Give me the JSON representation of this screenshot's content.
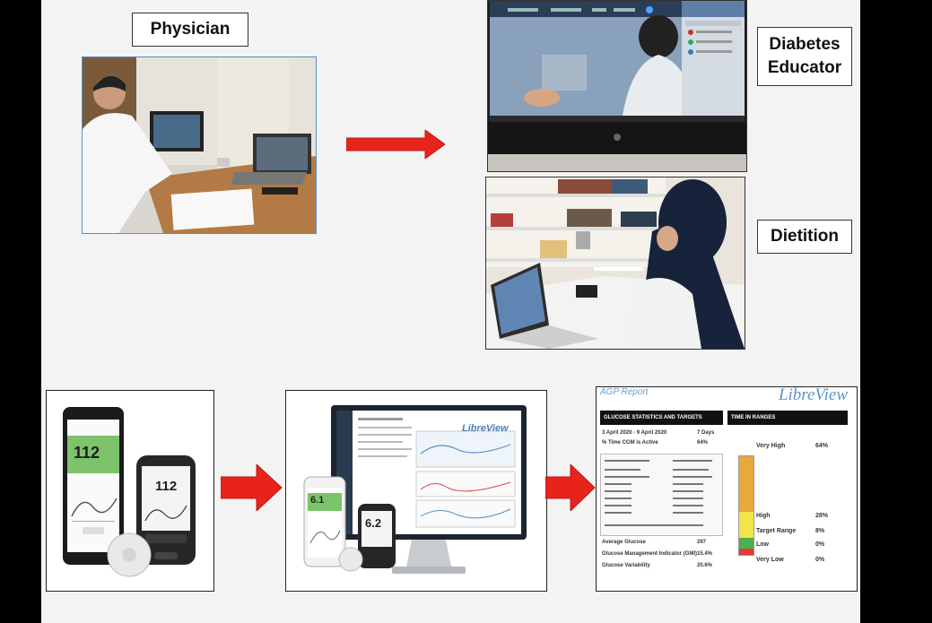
{
  "labels": {
    "physician": "Physician",
    "diabetes_educator_line1": "Diabetes",
    "diabetes_educator_line2": "Educator",
    "dietition": "Dietition"
  },
  "devices": {
    "phone_reading": "112",
    "reader_reading": "112",
    "small_phone_reading": "6.1",
    "small_reader_reading": "6.2",
    "monitor_brand": "LibreView"
  },
  "report": {
    "brand": "LibreView",
    "title": "AGP Report",
    "stats_header": "GLUCOSE STATISTICS AND TARGETS",
    "ranges_header": "TIME IN RANGES",
    "rows": [
      {
        "label": "3 April 2020 - 9 April 2020",
        "value": "7 Days"
      },
      {
        "label": "% Time CGM is Active",
        "value": "64%"
      }
    ],
    "summary": [
      {
        "label": "Average Glucose",
        "value": "297"
      },
      {
        "label": "Glucose Management Indicator (GMI)",
        "value": "15.4%"
      },
      {
        "label": "Glucose Variability",
        "value": "20.6%"
      }
    ],
    "ranges": [
      {
        "label": "Very High",
        "value": "64%"
      },
      {
        "label": "High",
        "value": "28%"
      },
      {
        "label": "Target Range",
        "value": "8%"
      },
      {
        "label": "Low",
        "value": "0%"
      },
      {
        "label": "Very Low",
        "value": "0%"
      }
    ]
  },
  "colors": {
    "arrow": "#e8231a",
    "very_high": "#e8a93a",
    "high": "#f1e54a",
    "target": "#4caf50",
    "low": "#e53935"
  }
}
